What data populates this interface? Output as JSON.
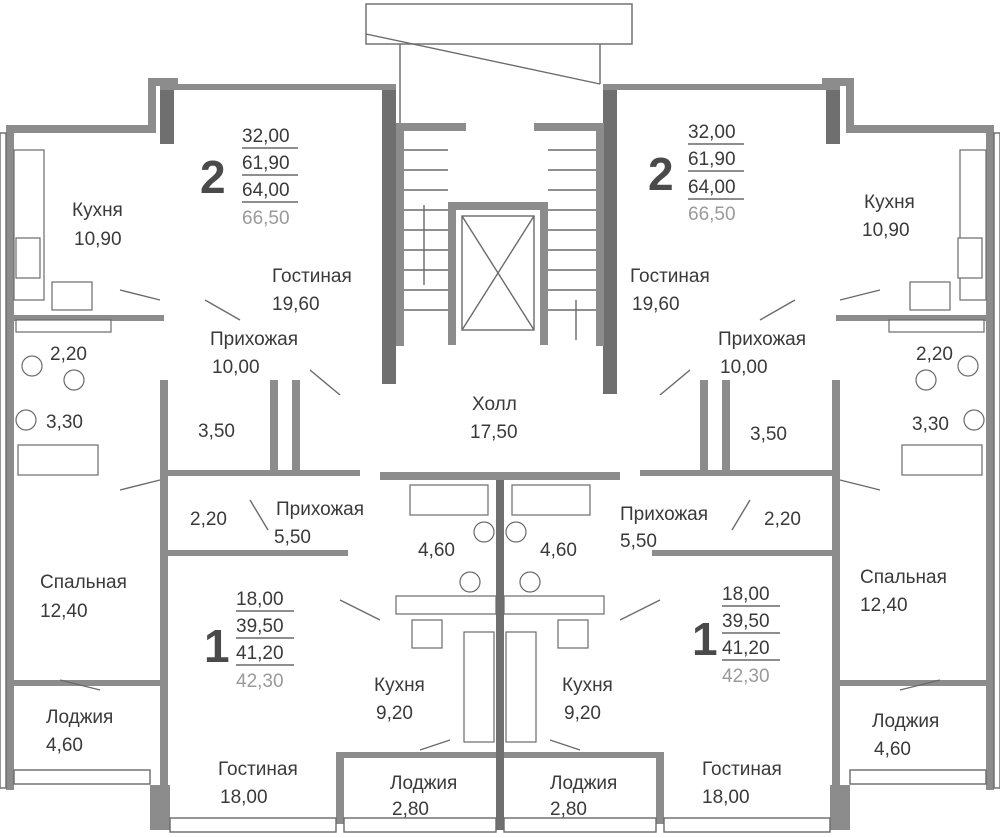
{
  "apartments": [
    {
      "id": "top-left",
      "rooms": "2",
      "areas": [
        "32,00",
        "61,90",
        "64,00",
        "66,50"
      ]
    },
    {
      "id": "top-right",
      "rooms": "2",
      "areas": [
        "32,00",
        "61,90",
        "64,00",
        "66,50"
      ]
    },
    {
      "id": "bottom-left",
      "rooms": "1",
      "areas": [
        "18,00",
        "39,50",
        "41,20",
        "42,30"
      ]
    },
    {
      "id": "bottom-right",
      "rooms": "1",
      "areas": [
        "18,00",
        "39,50",
        "41,20",
        "42,30"
      ]
    }
  ],
  "rooms": {
    "kitchen_tl": {
      "name": "Кухня",
      "area": "10,90"
    },
    "living_tl": {
      "name": "Гостиная",
      "area": "19,60"
    },
    "hall_tl": {
      "name": "Прихожая",
      "area": "10,00"
    },
    "wc_tl": {
      "area": "2,20"
    },
    "bath_tl": {
      "area": "3,30"
    },
    "storage_tl": {
      "area": "3,50"
    },
    "kitchen_tr": {
      "name": "Кухня",
      "area": "10,90"
    },
    "living_tr": {
      "name": "Гостиная",
      "area": "19,60"
    },
    "hall_tr": {
      "name": "Прихожая",
      "area": "10,00"
    },
    "wc_tr": {
      "area": "2,20"
    },
    "bath_tr": {
      "area": "3,30"
    },
    "storage_tr": {
      "area": "3,50"
    },
    "holl": {
      "name": "Холл",
      "area": "17,50"
    },
    "bedroom_l": {
      "name": "Спальная",
      "area": "12,40"
    },
    "loggia_l": {
      "name": "Лоджия",
      "area": "4,60"
    },
    "bedroom_r": {
      "name": "Спальная",
      "area": "12,40"
    },
    "loggia_r": {
      "name": "Лоджия",
      "area": "4,60"
    },
    "wc_bl": {
      "area": "2,20"
    },
    "hall_bl": {
      "name": "Прихожая",
      "area": "5,50"
    },
    "bath_bl": {
      "area": "4,60"
    },
    "kitchen_bl": {
      "name": "Кухня",
      "area": "9,20"
    },
    "living_bl": {
      "name": "Гостиная",
      "area": "18,00"
    },
    "loggia_bl": {
      "name": "Лоджия",
      "area": "2,80"
    },
    "wc_br": {
      "area": "2,20"
    },
    "hall_br": {
      "name": "Прихожая",
      "area": "5,50"
    },
    "bath_br": {
      "area": "4,60"
    },
    "kitchen_br": {
      "name": "Кухня",
      "area": "9,20"
    },
    "living_br": {
      "name": "Гостиная",
      "area": "18,00"
    },
    "loggia_br": {
      "name": "Лоджия",
      "area": "2,80"
    }
  },
  "colors": {
    "wall": "#8c8c8c",
    "text": "#3a3a3a",
    "muted_area": "#9a9a9a"
  }
}
